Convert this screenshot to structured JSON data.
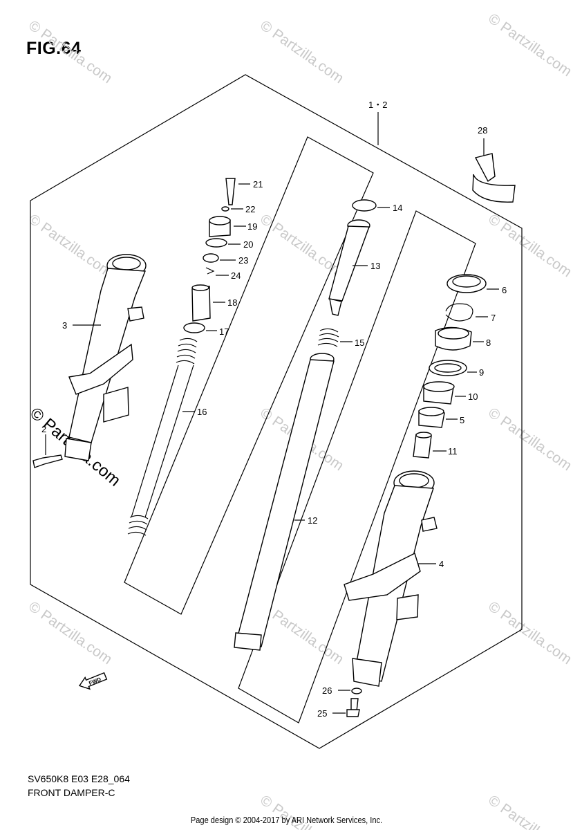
{
  "figure_title": "FIG.64",
  "assembly_label": "1・2",
  "callouts": {
    "c28": "28",
    "c21": "21",
    "c22": "22",
    "c14": "14",
    "c19": "19",
    "c20": "20",
    "c23": "23",
    "c24": "24",
    "c13": "13",
    "c6": "6",
    "c3": "3",
    "c18": "18",
    "c7": "7",
    "c17": "17",
    "c15": "15",
    "c8": "8",
    "c9": "9",
    "c10": "10",
    "c16": "16",
    "c5": "5",
    "c2": "2",
    "c11": "11",
    "c12": "12",
    "c4": "4",
    "c26": "26",
    "c25": "25"
  },
  "fwd_label": "FWD",
  "watermark": "© Partzilla.com",
  "diagram_code": "SV650K8 E03 E28_064",
  "diagram_name": "FRONT DAMPER-C",
  "footer": "Page design © 2004-2017 by ARI Network Services, Inc."
}
